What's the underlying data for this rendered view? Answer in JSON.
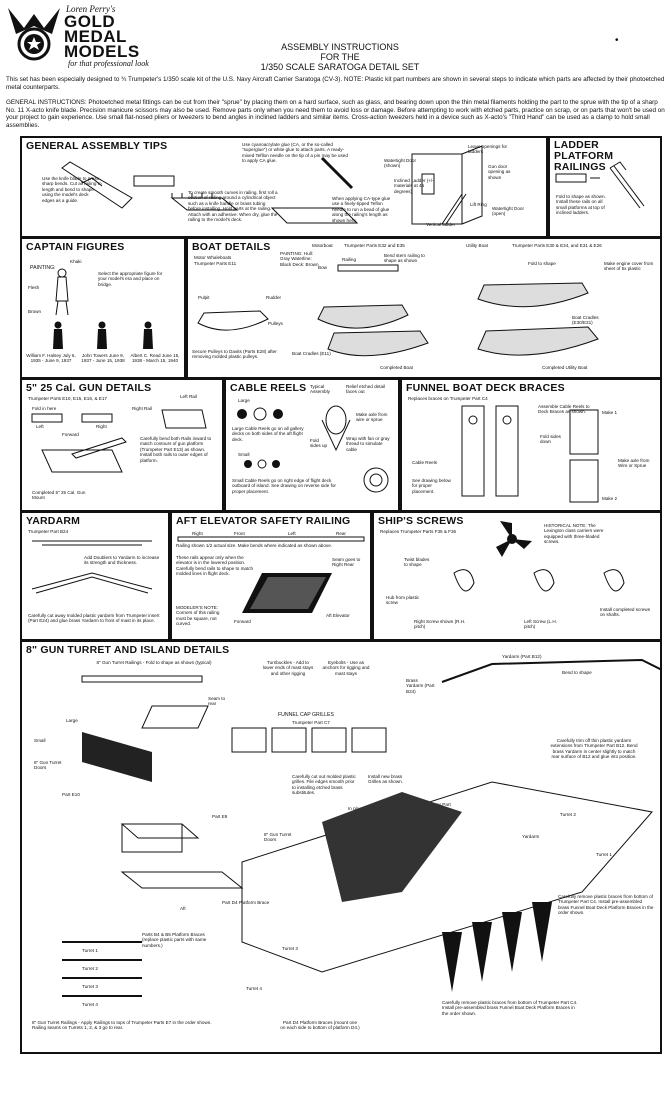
{
  "header": {
    "logo_top": "Loren Perry's",
    "logo_line1": "GOLD",
    "logo_line2": "MEDAL",
    "logo_line3": "MODELS",
    "logo_tag": "for that professional look",
    "title1": "ASSEMBLY INSTRUCTIONS",
    "title2": "FOR THE",
    "title3": "1/350 SCALE SARATOGA DETAIL SET",
    "bullet": "•"
  },
  "intro": "This set has been especially designed to ¾ Trumpeter's 1/350 scale kit of the U.S. Navy Aircraft Carrier Saratoga (CV-3). NOTE: Plastic kit part numbers are shown in several steps to indicate which parts are affected by their photoetched metal counterparts.",
  "general": "GENERAL INSTRUCTIONS: Photoetched metal fittings can be cut from their \"sprue\" by placing them on a hard surface, such as glass, and bearing down upon the thin metal filaments holding the part to the sprue with the tip of a sharp No. 11 X-acto knife blade. Precision manicure scissors may also be used. Remove parts only when you need them to avoid loss or damage. Before attempting to work with etched parts, practice on scrap, or on parts that won't be used on your project to gain experience. Use small flat-nosed pliers or tweezers to bend angles in inclined ladders and similar items. Cross-action tweezers held in a device such as X-acto's \"Third Hand\" can be used as a clamp to hold small assemblies.",
  "panels": {
    "general_tips": {
      "title": "GENERAL ASSEMBLY TIPS",
      "t1": "Use the knife blade to press sharp bends. Cut all railing to length and bend to shape using the model's deck edges as a guide.",
      "t2": "To create smooth curves in railing, first roll a section of railing around a cylindrical object such as a knife handle or brass tubing before installing. Hold parts at the railing. Attach with an adhesive. When dry, glue the railing to the model's deck.",
      "t3": "Use cyanoacrylate glue (CA, or the so-called \"superglue\") or white glue to attach parts. A ready-mixed Tefllon needle on the tip of a pin may be used to apply CA glue.",
      "t4": "When applying CA-type glue use a finely-tipped Teflon needle to run a bead of glue along the railing's length as shown here.",
      "t5": "Leave openings for ladders",
      "t6": "Watertight Door (shown)",
      "t7": "Inclined Ladder (+/- materials at 45 degrees)",
      "t8": "Gun door opening as shown",
      "t9": "Lift Ring",
      "t10": "Watertight Door (open)",
      "t11": "Vertical ladder"
    },
    "ladder_platform": {
      "title": "LADDER PLATFORM RAILINGS",
      "text": "Fold to shape as shown. Install these rails on all small platforms at top of inclined ladders."
    },
    "captain_figures": {
      "title": "CAPTAIN FIGURES",
      "painting": "PAINTING:",
      "khaki": "Khaki",
      "flesh": "Flesh",
      "brown": "Brown",
      "note": "Select the appropriate figure for your model's era and place on bridge.",
      "fig1": "William F. Halsey July 6, 1935 - June 9, 1937",
      "fig2": "John Towers June 9, 1937 - June 15, 1938",
      "fig3": "Albert C. Read June 15, 1938 - March 15, 1940"
    },
    "boat_details": {
      "title": "BOAT DETAILS",
      "motor_whaleboats": "Motor Whaleboats",
      "mw_parts": "Trumpeter Parts E11",
      "motorboat": "Motorboat",
      "mb_parts": "Trumpeter Parts E32 and E35",
      "utility": "Utility Boat",
      "ub_parts": "Trumpeter Parts E30 & E34, and E31 & E26",
      "painting": "PAINTING: Hull: Gray Waterline: Black Deck: Brown",
      "pulpit": "Pulpit",
      "rudder": "Rudder",
      "pulleys": "Pulleys",
      "bow": "Bow",
      "stern": "Stern",
      "railing": "Railing",
      "completed": "Completed Boat",
      "completed_ub": "Completed Utility Boat",
      "davits": "Secure Pulleys to Davits (Parts E28) after removing molded plastic pulleys.",
      "boat_cradles": "Boat Cradles (E11)",
      "boat_cradles2": "Boat Cradles (E30/E31)",
      "engine_cover": "Make engine cover from sheet of 5x plastic",
      "fold": "Fold to shape",
      "bend": "Bend stern railing to shape as shown"
    },
    "gun_details": {
      "title": "5\" 25 Cal. GUN DETAILS",
      "parts": "Trumpeter Parts E10, E15, E16, & E17",
      "left_rail": "Left Rail",
      "right_rail": "Right Rail",
      "fold_here": "Fold in here",
      "left": "Left",
      "right": "Right",
      "forward": "Forward",
      "note": "Carefully bend both Rails inward to match contours of gun platform (Trumpeter Part E13) as shown. Install both rails to outer edges of platform.",
      "completed": "Completed 5\" 25 Cal. Gun Mount"
    },
    "cable_reels": {
      "title": "CABLE REELS",
      "typical": "Typical Assembly",
      "relief": "Relief etched detail faces out",
      "large": "Large",
      "small": "Small",
      "large_note": "Large Cable Reels go on all gallery decks on both sides of the aft flight deck.",
      "small_note": "Small Cable Reels go on right edge of flight deck outboard of island. See drawing on reverse side for proper placement.",
      "axle": "Make axle from wire or sprue",
      "wrap": "Wrap with fan or gray thread to simulate cable",
      "fold": "Fold sides up"
    },
    "funnel_braces": {
      "title": "FUNNEL BOAT DECK BRACES",
      "parts": "Replaces braces on Trumpeter Part C4",
      "note": "Assemble Cable Reels to Deck Braces as shown.",
      "make1": "Make 1",
      "make2": "Make 2",
      "cable_reels": "Cable Reels",
      "see": "See drawing below for proper placement.",
      "axle": "Make axle from Wire or Sprue",
      "fold": "Fold sides down"
    },
    "yardarm": {
      "title": "YARDARM",
      "parts": "Trumpeter Part B24",
      "note1": "Add Doublers to Yardarm to increase its strength and thickness.",
      "note2": "Carefully cut away molded plastic yardarm from Trumpeter insert (Part E24) and glue brass Yardarm to front of mast in its place."
    },
    "elevator": {
      "title": "AFT ELEVATOR SAFETY RAILING",
      "right": "Right",
      "front": "Front",
      "left": "Left",
      "rear": "Rear",
      "note1": "Railing shown 1/2 actual size. Make bends where indicated as shown above.",
      "note2": "These rails appear only when the elevator is in the lowered position. Carefully bend rails to shape to match molded lines in flight deck.",
      "seam": "Seam goes to Right Rear",
      "modelers": "MODELER'S NOTE: Corners of this railing must be square, not curved.",
      "forward": "Forward",
      "aft": "Aft Elevator"
    },
    "screws": {
      "title": "SHIP'S SCREWS",
      "parts": "Replaces Trumpeter Parts F35 & F36",
      "historical": "HISTORICAL NOTE: The Lexington class carriers were equipped with three-bladed screws.",
      "twist": "Twist blades to shape",
      "hub": "Hub from plastic screw",
      "right": "Right Screw shown (R.H. pitch)",
      "left": "Left Screw (L.H. pitch)",
      "install": "Install completed screws on shafts."
    },
    "turret": {
      "title": "8\" GUN TURRET AND ISLAND DETAILS",
      "railings": "8\" Gun Turret Railings - Fold to shape as shown (typical)",
      "seam": "Seam to rear",
      "large": "Large",
      "small": "Small",
      "doors": "8\" Gun Turret Doors",
      "doors2": "8\" Gun Turret Doors",
      "part_e10": "Part E10",
      "part_e9": "Part E9",
      "turnbuckles": "Turnbuckles - Add to lower ends of mast stays and other rigging",
      "eyebolts": "Eyebolts - Use as anchors for rigging and mast stays",
      "funnel_grilles": "FUNNEL CAP GRILLES",
      "funnel_parts": "Trumpeter Part C7",
      "yardarm": "Yardarm (Part B12)",
      "bend": "Bend to shape",
      "brass_yardarm": "Brass Yardarm (Part B24)",
      "yardarm_label": "Yardarm",
      "cut_yard": "Carefully trim off thin plastic yardarm extensions from Trumpeter Part B12. Bend brass Yardarm in center slightly to match rear surface of B12 and glue into position.",
      "cut_grilles": "Carefully cut out molded plastic grilles. File edges smooth prior to installing etched brass substitutes.",
      "install_grilles": "Install new brass Grilles as shown.",
      "in_place": "In place",
      "trumpeter_c7": "Trumpeter Part C7",
      "turret2": "Turret 2",
      "turret1": "Turret 1",
      "turret3": "Turret 3",
      "turret4": "Turret 4",
      "d4_brace": "Part D4 Platform Brace",
      "b4b5": "Parts B4 & B5 Platform Braces (replace plastic parts with same numbers.)",
      "aft": "Aft",
      "t1": "Turret 1",
      "t2": "Turret 2",
      "t3": "Turret 3",
      "t4": "Turret 4",
      "rail_note": "8\" Gun Turret Railings - Apply Railings to tops of Trumpeter Parts E7 in the order shown. Railing seams on Turrets 1, 2, & 3 go to rear.",
      "d4_braces": "Part D4 Platform Braces (mount one on each side to bottom of platform D4.)",
      "c4_note1": "Carefully remove plastic braces from bottom of Trumpeter Part C4. Install pre-assembled brass Funnel Boat Deck Platform Braces in the order shown.",
      "c4_note2": "Carefully remove plastic braces from bottom of Trumpeter Part C4. Install pre-assembled brass Funnel Boat Deck Platform Braces in the order shown."
    }
  }
}
